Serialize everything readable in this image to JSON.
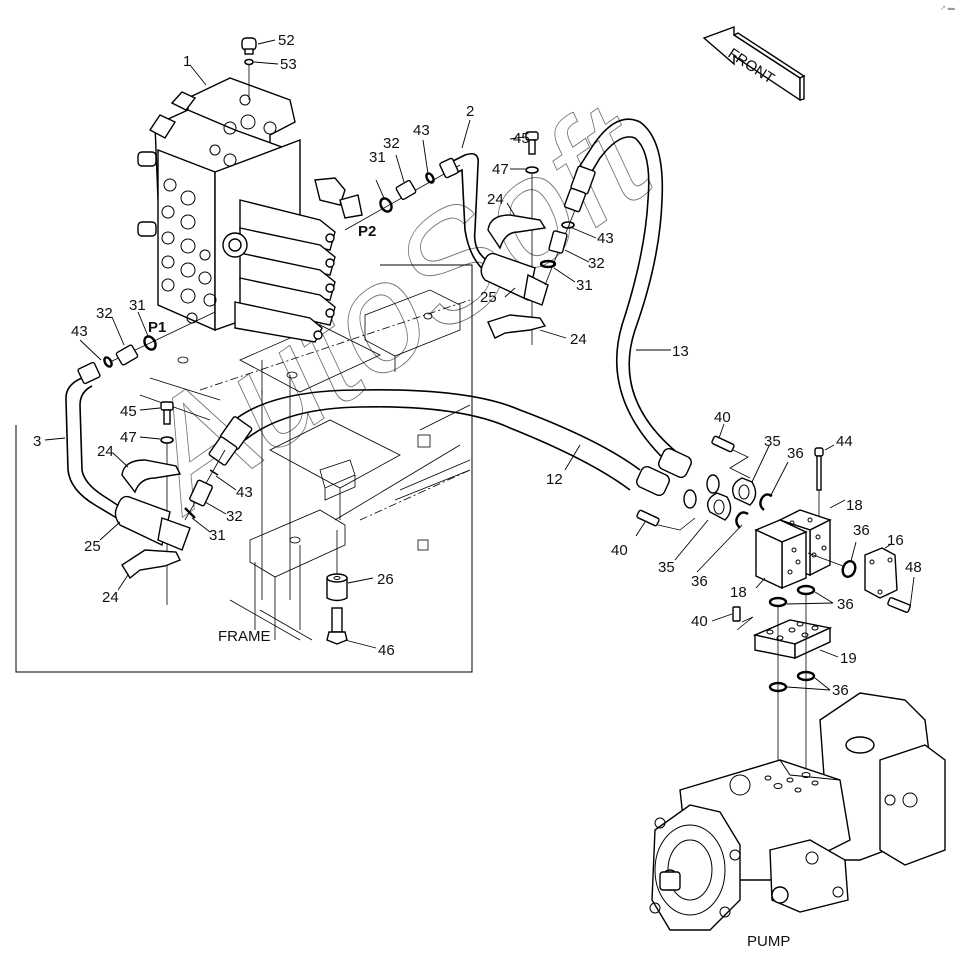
{
  "diagram": {
    "type": "exploded-parts-diagram",
    "orientation_arrow": {
      "label": "FRONT",
      "icon": "front-direction-arrow"
    },
    "captions": {
      "frame": "FRAME",
      "pump": "PUMP"
    },
    "ports": {
      "p1": "P1",
      "p2": "P2"
    },
    "watermark": "AutoSoft",
    "corner_mark": "↗ ▬",
    "assemblies": {
      "control_valve": {
        "callouts": {
          "valve": "1",
          "plug": "52",
          "o_ring": "53"
        }
      },
      "p2_line": {
        "callouts": {
          "pipe": "2",
          "o_ring": "31",
          "adapter": "32",
          "o_ring_small": "43"
        }
      },
      "p1_line": {
        "callouts": {
          "pipe": "3",
          "o_ring": "31",
          "adapter": "32",
          "o_ring_small": "43"
        }
      },
      "left_clamp": {
        "callouts": {
          "bolt": "45",
          "washer": "47",
          "clamp_upper": "24",
          "clamp_lower": "24",
          "sleeve": "25",
          "hose_o_ring": "31",
          "hose_adapter": "32",
          "hose_o_ring_small": "43"
        }
      },
      "right_clamp": {
        "callouts": {
          "bolt": "45",
          "washer": "47",
          "clamp_upper": "24",
          "clamp_lower": "24",
          "sleeve": "25",
          "hose_o_ring": "31",
          "hose_adapter": "32",
          "hose_o_ring_small": "43"
        }
      },
      "hoses": {
        "callouts": {
          "hose_12": "12",
          "hose_13": "13"
        }
      },
      "frame_mount": {
        "callouts": {
          "spacer": "26",
          "bolt": "46"
        }
      },
      "pump_block": {
        "callouts": {
          "bolt_upper": "40",
          "bolt_left": "40",
          "bolt_lower": "40",
          "bolt_long": "44",
          "flange_upper": "35",
          "flange_lower": "35",
          "o_ring_a": "36",
          "o_ring_b": "36",
          "o_ring_c": "36",
          "o_ring_d": "36",
          "o_ring_e": "36",
          "block_upper": "18",
          "block_lower": "18",
          "cover": "16",
          "cover_bolt": "48",
          "plate": "19"
        }
      }
    }
  }
}
